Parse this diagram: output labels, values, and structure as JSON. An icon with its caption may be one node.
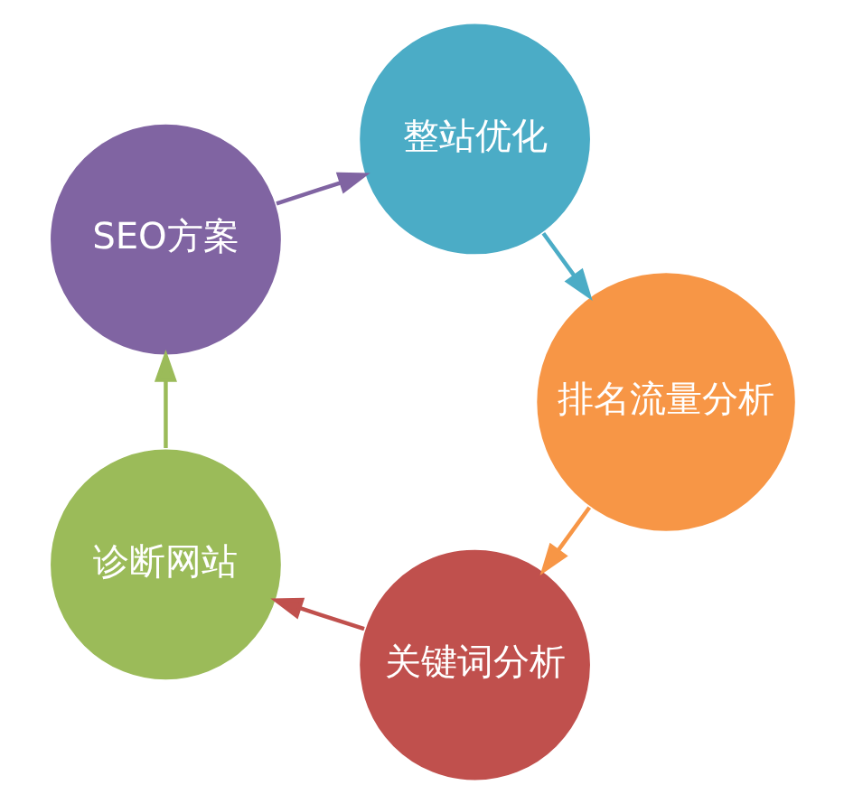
{
  "diagram": {
    "nodes": [
      {
        "text": [
          "关键词分析"
        ]
      },
      {
        "text": [
          "诊断网站"
        ]
      },
      {
        "text": [
          "SEO方案"
        ]
      },
      {
        "text": [
          "整站优化"
        ]
      },
      {
        "text": [
          "排名流量分析"
        ]
      }
    ],
    "edges": [
      {
        "from": 0,
        "to": 1,
        "arrow": "to",
        "color": "#c0504d"
      },
      {
        "from": 1,
        "to": 2,
        "arrow": "to",
        "color": "#9bbb59"
      },
      {
        "from": 2,
        "to": 3,
        "arrow": "to",
        "color": "#8064a2"
      },
      {
        "from": 3,
        "to": 4,
        "arrow": "to",
        "color": "#4bacc6"
      },
      {
        "from": 4,
        "to": 0,
        "arrow": "to",
        "color": "#f79646"
      }
    ]
  }
}
